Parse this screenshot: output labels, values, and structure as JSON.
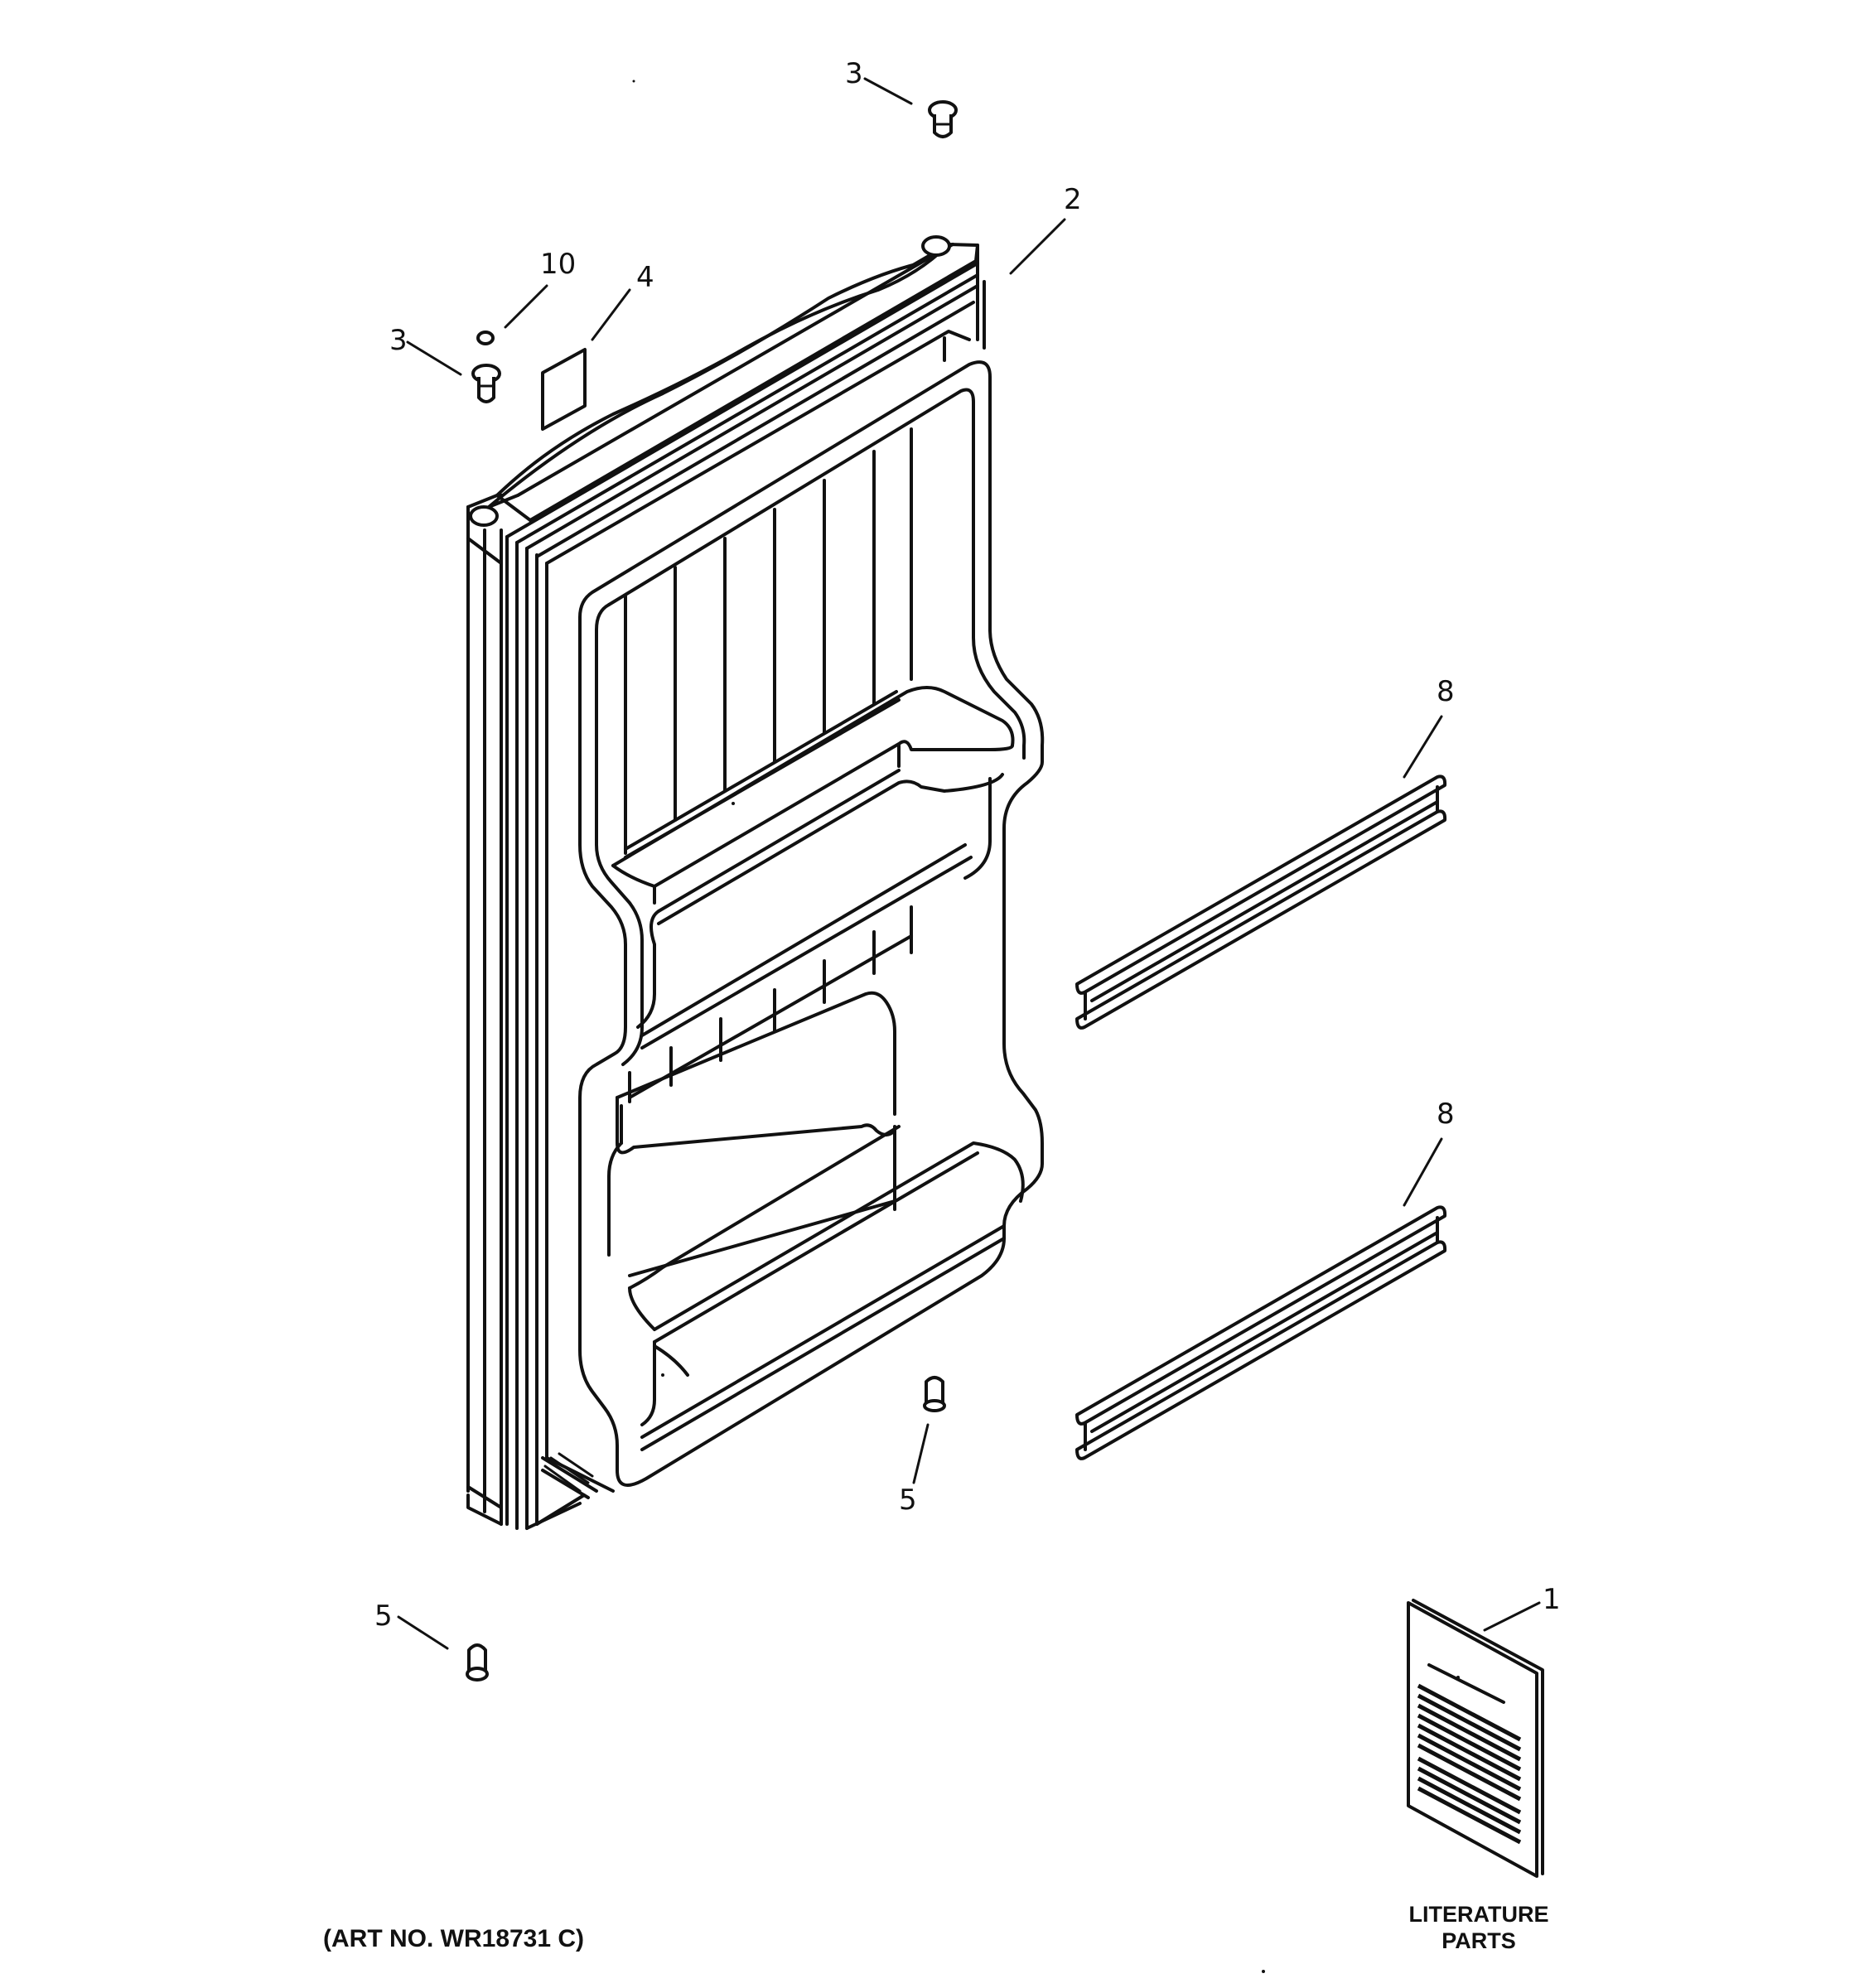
{
  "callouts": {
    "c1": "1",
    "c2": "2",
    "c3_top": "3",
    "c3_left": "3",
    "c4": "4",
    "c5_mid": "5",
    "c5_low": "5",
    "c8_upper": "8",
    "c8_lower": "8",
    "c10": "10"
  },
  "caption": "(ART NO. WR18731 C)",
  "literature": {
    "line1": "LITERATURE",
    "line2": "PARTS"
  }
}
